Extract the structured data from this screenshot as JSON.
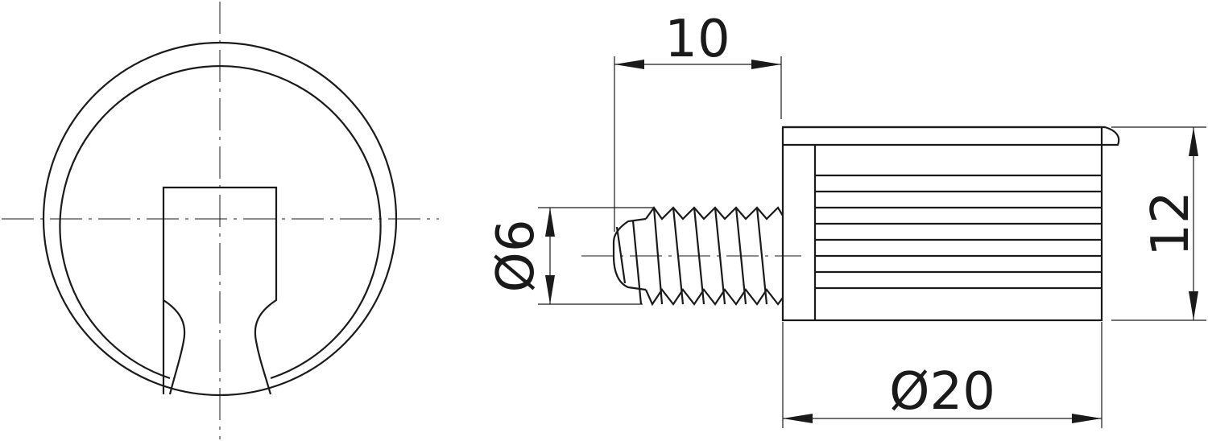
{
  "dimensions": {
    "screw_length": "10",
    "screw_diameter": "Ø6",
    "body_height": "12",
    "body_diameter": "Ø20"
  },
  "colors": {
    "line": "#1a1a1a",
    "background": "#ffffff"
  }
}
